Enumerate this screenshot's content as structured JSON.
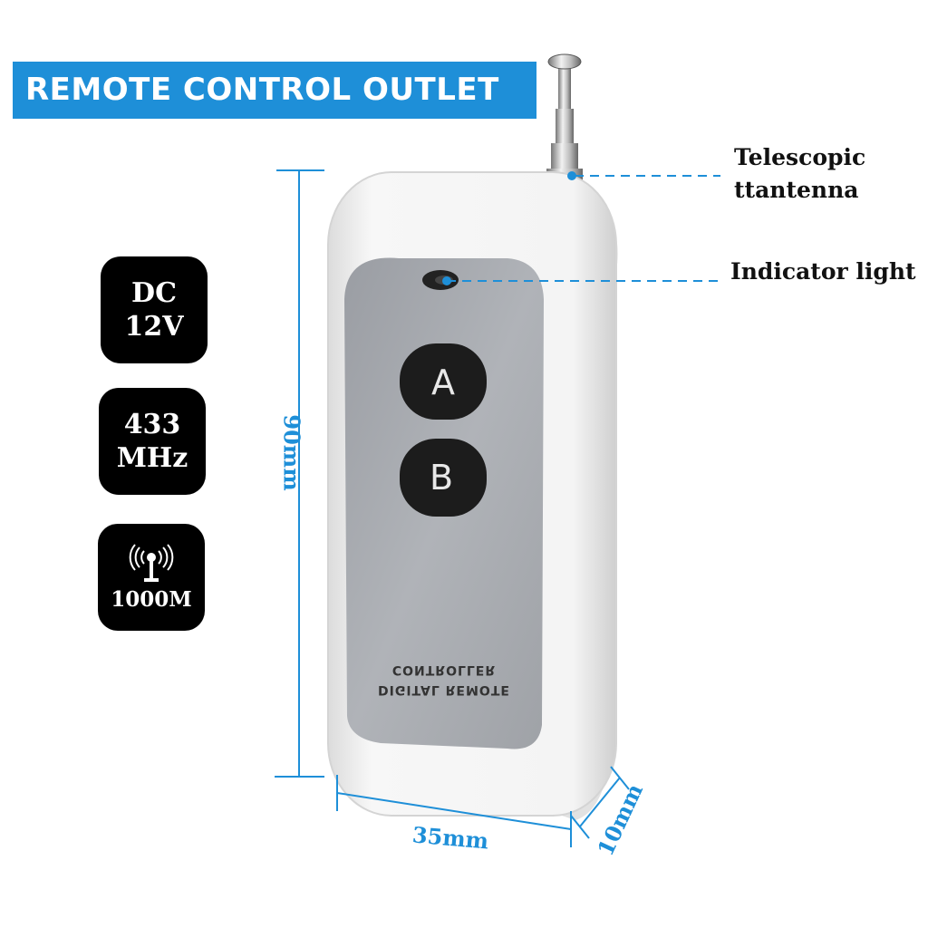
{
  "banner": {
    "title": "REMOTE CONTROL OUTLET"
  },
  "specs": {
    "power": {
      "line1": "DC",
      "line2": "12V"
    },
    "frequency": {
      "line1": "433",
      "line2": "MHz"
    },
    "range": {
      "label": "1000M",
      "icon": "signal-tower-icon"
    }
  },
  "callouts": {
    "antenna": {
      "line1": "Telescopic",
      "line2": "ttantenna"
    },
    "indicator": {
      "label": "Indicator light"
    }
  },
  "remote": {
    "button_a": "A",
    "button_b": "B",
    "printed_line1": "DIGITAL REMOTE",
    "printed_line2": "CONTROLLER"
  },
  "dimensions": {
    "height": "90mm",
    "width": "35mm",
    "depth": "10mm"
  },
  "colors": {
    "accent": "#1e8fd8",
    "badge": "#000000",
    "remote_body": "#f2f2f2",
    "remote_panel": "#a3a6ab"
  }
}
